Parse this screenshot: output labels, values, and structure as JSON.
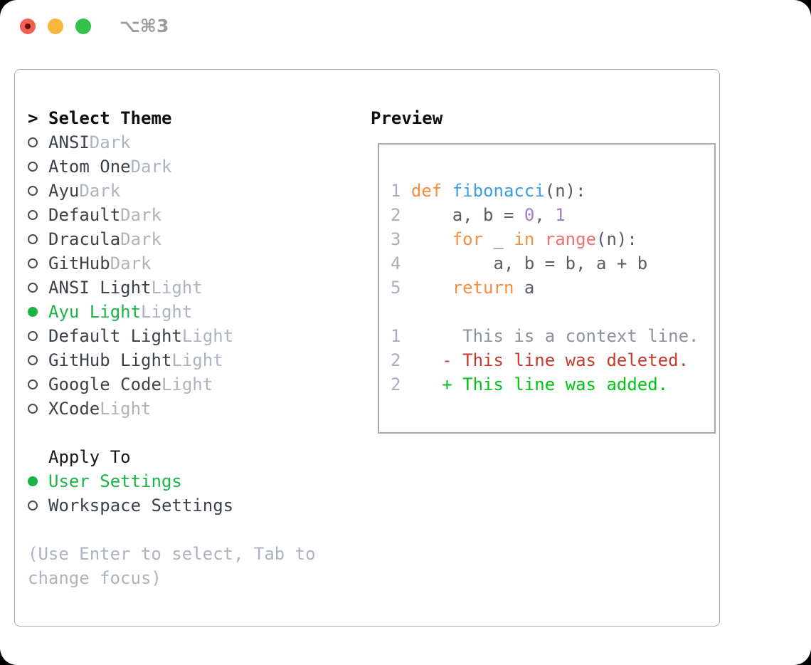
{
  "window": {
    "title": "⌥⌘3"
  },
  "colors": {
    "accent_green": "#1cb445",
    "added_green": "#00c414",
    "deleted_red": "#c73a2b",
    "keyword_orange": "#f98d3f",
    "function_blue": "#3a9ee6",
    "number_purple": "#a37acc",
    "builtin_coral": "#f17171",
    "code_fg": "#565d66",
    "line_number_gray": "#a6afba",
    "context_gray": "#8b929b",
    "muted_gray": "#abb4bf",
    "name_dark": "#3c4249",
    "panel_border": "#a9b0ba",
    "box_border": "#a3aab4",
    "title_gray": "#9b9ba0",
    "light_red": "#f26054",
    "red_dot": "#650f0a",
    "light_yellow": "#f6b73c",
    "light_green": "#32c14b"
  },
  "theme_panel": {
    "cursor": ">",
    "header": "Select Theme",
    "themes": [
      {
        "name": "ANSI",
        "variant": "Dark",
        "selected": false
      },
      {
        "name": "Atom One",
        "variant": "Dark",
        "selected": false
      },
      {
        "name": "Ayu",
        "variant": "Dark",
        "selected": false
      },
      {
        "name": "Default",
        "variant": "Dark",
        "selected": false
      },
      {
        "name": "Dracula",
        "variant": "Dark",
        "selected": false
      },
      {
        "name": "GitHub",
        "variant": "Dark",
        "selected": false
      },
      {
        "name": "ANSI Light",
        "variant": "Light",
        "selected": false
      },
      {
        "name": "Ayu Light",
        "variant": "Light",
        "selected": true
      },
      {
        "name": "Default Light",
        "variant": "Light",
        "selected": false
      },
      {
        "name": "GitHub Light",
        "variant": "Light",
        "selected": false
      },
      {
        "name": "Google Code",
        "variant": "Light",
        "selected": false
      },
      {
        "name": "XCode",
        "variant": "Light",
        "selected": false
      }
    ],
    "apply_to": {
      "header": "Apply To",
      "options": [
        {
          "label": "User Settings",
          "selected": true
        },
        {
          "label": "Workspace Settings",
          "selected": false
        }
      ]
    },
    "hint_line1": "(Use Enter to select, Tab to",
    "hint_line2": "change focus)"
  },
  "preview": {
    "header": "Preview",
    "code_lines": [
      {
        "n": "1",
        "s": [
          {
            "t": " ",
            "c": "fg"
          },
          {
            "t": "def",
            "c": "kw"
          },
          {
            "t": " ",
            "c": "fg"
          },
          {
            "t": "fibonacci",
            "c": "fn"
          },
          {
            "t": "(n):",
            "c": "fg"
          }
        ]
      },
      {
        "n": "2",
        "s": [
          {
            "t": "     a, b = ",
            "c": "fg"
          },
          {
            "t": "0",
            "c": "num"
          },
          {
            "t": ", ",
            "c": "fg"
          },
          {
            "t": "1",
            "c": "num"
          }
        ]
      },
      {
        "n": "3",
        "s": [
          {
            "t": "     ",
            "c": "fg"
          },
          {
            "t": "for",
            "c": "kw"
          },
          {
            "t": " _ ",
            "c": "fg"
          },
          {
            "t": "in",
            "c": "kw"
          },
          {
            "t": " ",
            "c": "fg"
          },
          {
            "t": "range",
            "c": "call"
          },
          {
            "t": "(n):",
            "c": "fg"
          }
        ]
      },
      {
        "n": "4",
        "s": [
          {
            "t": "         a, b = b, a + b",
            "c": "fg"
          }
        ]
      },
      {
        "n": "5",
        "s": [
          {
            "t": "     ",
            "c": "fg"
          },
          {
            "t": "return",
            "c": "kw"
          },
          {
            "t": " a",
            "c": "fg"
          }
        ]
      },
      {
        "n": "",
        "s": []
      },
      {
        "n": "1",
        "s": [
          {
            "t": "      This is a context line.",
            "c": "ctx"
          }
        ]
      },
      {
        "n": "2",
        "s": [
          {
            "t": "    - This line was deleted.",
            "c": "del"
          }
        ]
      },
      {
        "n": "2",
        "s": [
          {
            "t": "    + This line was added.",
            "c": "add"
          }
        ]
      }
    ]
  }
}
